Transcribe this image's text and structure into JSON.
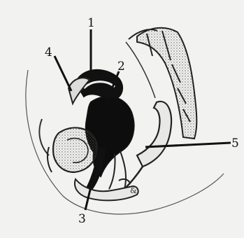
{
  "figure": {
    "labels": [
      "1",
      "2",
      "3",
      "4",
      "5"
    ],
    "ink": "#111111",
    "background": "#f2f2f0"
  }
}
